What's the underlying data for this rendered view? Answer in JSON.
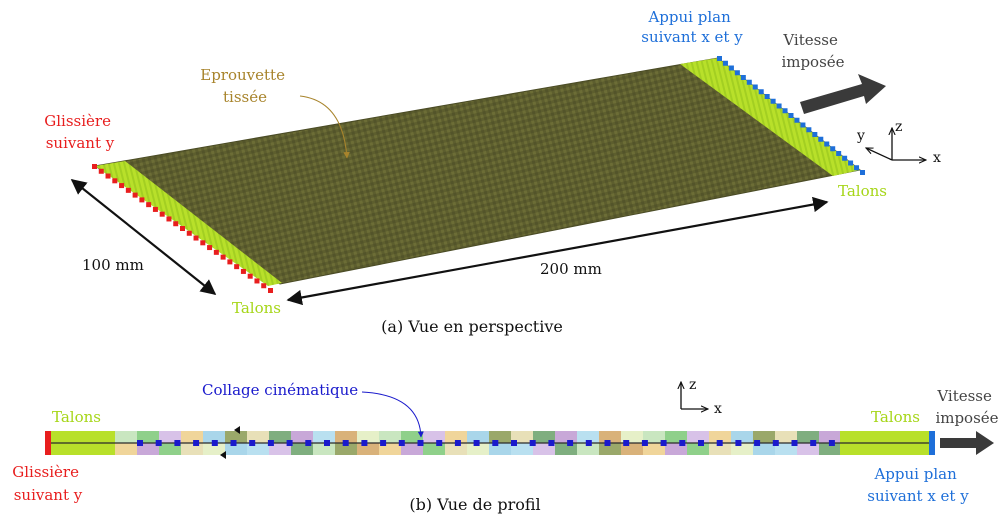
{
  "colors": {
    "red": "#e81e1e",
    "blue": "#1e6fd9",
    "lime": "#b8e02a",
    "fabric": "#5d5e2e",
    "brown": "#a8842c",
    "navy": "#1a1acc",
    "grey_arrow": "#3a3a3a",
    "text": "#111111",
    "grey_text": "#444444"
  },
  "panel_a": {
    "label_glissiere": [
      "Glissière",
      "suivant y"
    ],
    "label_eprouvette": [
      "Eprouvette",
      "tissée"
    ],
    "label_appui": [
      "Appui plan",
      "suivant x et y"
    ],
    "label_vitesse": [
      "Vitesse",
      "imposée"
    ],
    "talons_right": "Talons",
    "talons_left": "Talons",
    "dim_width": "100 mm",
    "dim_length": "200 mm",
    "axis_x": "x",
    "axis_y": "y",
    "axis_z": "z",
    "caption": "(a) Vue en perspective"
  },
  "panel_b": {
    "talons_left": "Talons",
    "talons_right": "Talons",
    "label_collage": "Collage cinématique",
    "label_glissiere": [
      "Glissière",
      "suivant y"
    ],
    "label_appui": [
      "Appui plan",
      "suivant x et y"
    ],
    "label_vitesse": [
      "Vitesse",
      "imposée"
    ],
    "axis_x": "x",
    "axis_z": "z",
    "caption": "(b) Vue de profil"
  }
}
